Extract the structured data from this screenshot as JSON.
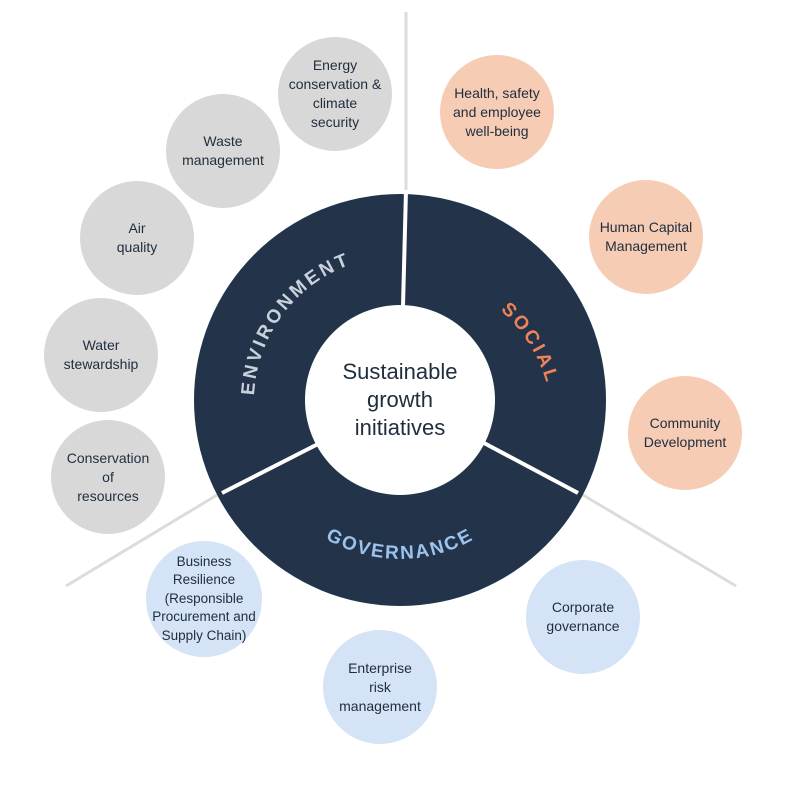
{
  "center": {
    "label": "Sustainable\ngrowth\ninitiatives"
  },
  "segments": {
    "environment": "ENVIRONMENT",
    "social": "SOCIAL",
    "governance": "GOVERNANCE"
  },
  "colors": {
    "ring": "#23344a",
    "environment_text": "#c9d2dc",
    "social_text": "#f0835a",
    "governance_text": "#9cc3ee",
    "environment_node": "#d8d8d8",
    "social_node": "#f6ccb5",
    "governance_node": "#d4e3f6",
    "divider": "#dcdcdc"
  },
  "environment_items": [
    "Energy\nconservation &\nclimate security",
    "Waste\nmanagement",
    "Air\nquality",
    "Water\nstewardship",
    "Conservation of\nresources"
  ],
  "social_items": [
    "Health, safety\nand employee\nwell-being",
    "Human Capital\nManagement",
    "Community\nDevelopment"
  ],
  "governance_items": [
    "Corporate\ngovernance",
    "Enterprise\nrisk management",
    "Business\nResilience\n(Responsible\nProcurement and\nSupply Chain)"
  ]
}
